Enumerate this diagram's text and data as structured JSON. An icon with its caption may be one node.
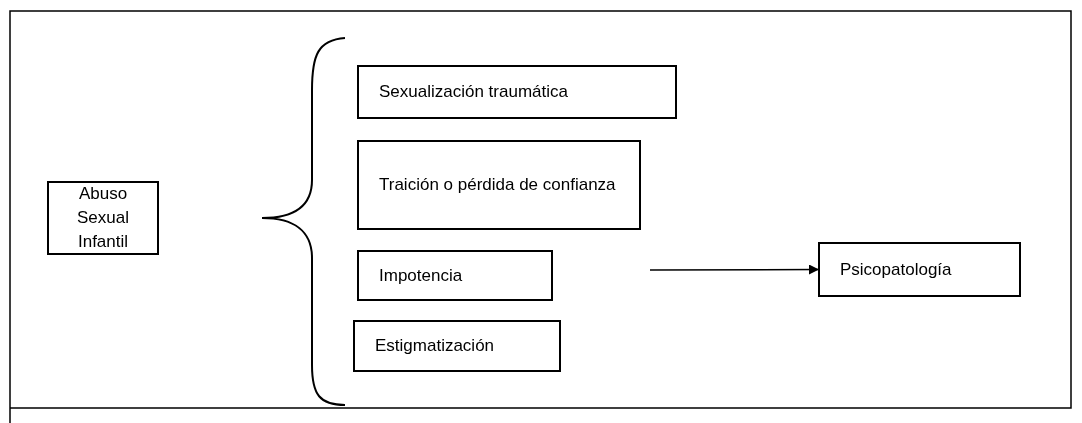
{
  "diagram": {
    "nodes": [
      {
        "text": [
          "Abuso Sexual Infantil"
        ]
      },
      {
        "text": [
          "Sexualización traumática"
        ]
      },
      {
        "text": [
          "Traición o pérdida de confianza"
        ]
      },
      {
        "text": [
          "Impotencia"
        ]
      },
      {
        "text": [
          "Estigmatización"
        ]
      },
      {
        "text": [
          "Psicopatología"
        ]
      }
    ],
    "edges": [
      {
        "from": null,
        "to": 5,
        "arrow": "to"
      }
    ]
  }
}
